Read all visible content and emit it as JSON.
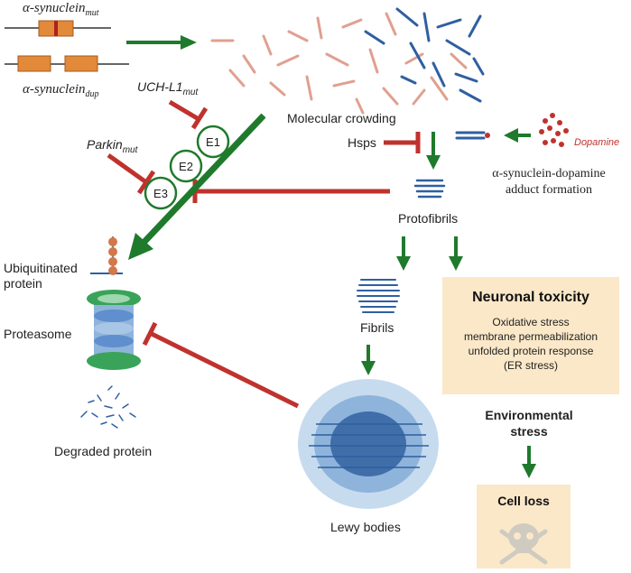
{
  "genes": {
    "mut_label": "α-synuclein",
    "mut_sub": "mut",
    "dup_label": "α-synuclein",
    "dup_sub": "dup"
  },
  "inhibitors": {
    "uch_label": "UCH-L1",
    "uch_sub": "mut",
    "parkin_label": "Parkin",
    "parkin_sub": "mut",
    "hsps": "Hsps"
  },
  "enzymes": [
    "E1",
    "E2",
    "E3"
  ],
  "labels": {
    "crowding": "Molecular crowding",
    "dopamine": "Dopamine",
    "adduct_line1": "α-synuclein-dopamine",
    "adduct_line2": "adduct formation",
    "protofibrils": "Protofibrils",
    "fibrils": "Fibrils",
    "lewy": "Lewy bodies",
    "ubiq_line1": "Ubiquitinated",
    "ubiq_line2": "protein",
    "proteasome": "Proteasome",
    "degraded": "Degraded protein",
    "env_line1": "Environmental",
    "env_line2": "stress"
  },
  "toxicity": {
    "title": "Neuronal toxicity",
    "items": [
      "Oxidative stress",
      "membrane permeabilization",
      "unfolded protein response",
      "(ER stress)"
    ]
  },
  "cell_loss": "Cell loss",
  "colors": {
    "activate": "#1f7a2c",
    "inhibit": "#c0322e",
    "gene_box": "#e2893a",
    "fibril_blue": "#2f5fa0",
    "box_fill": "#fbe8c8"
  }
}
